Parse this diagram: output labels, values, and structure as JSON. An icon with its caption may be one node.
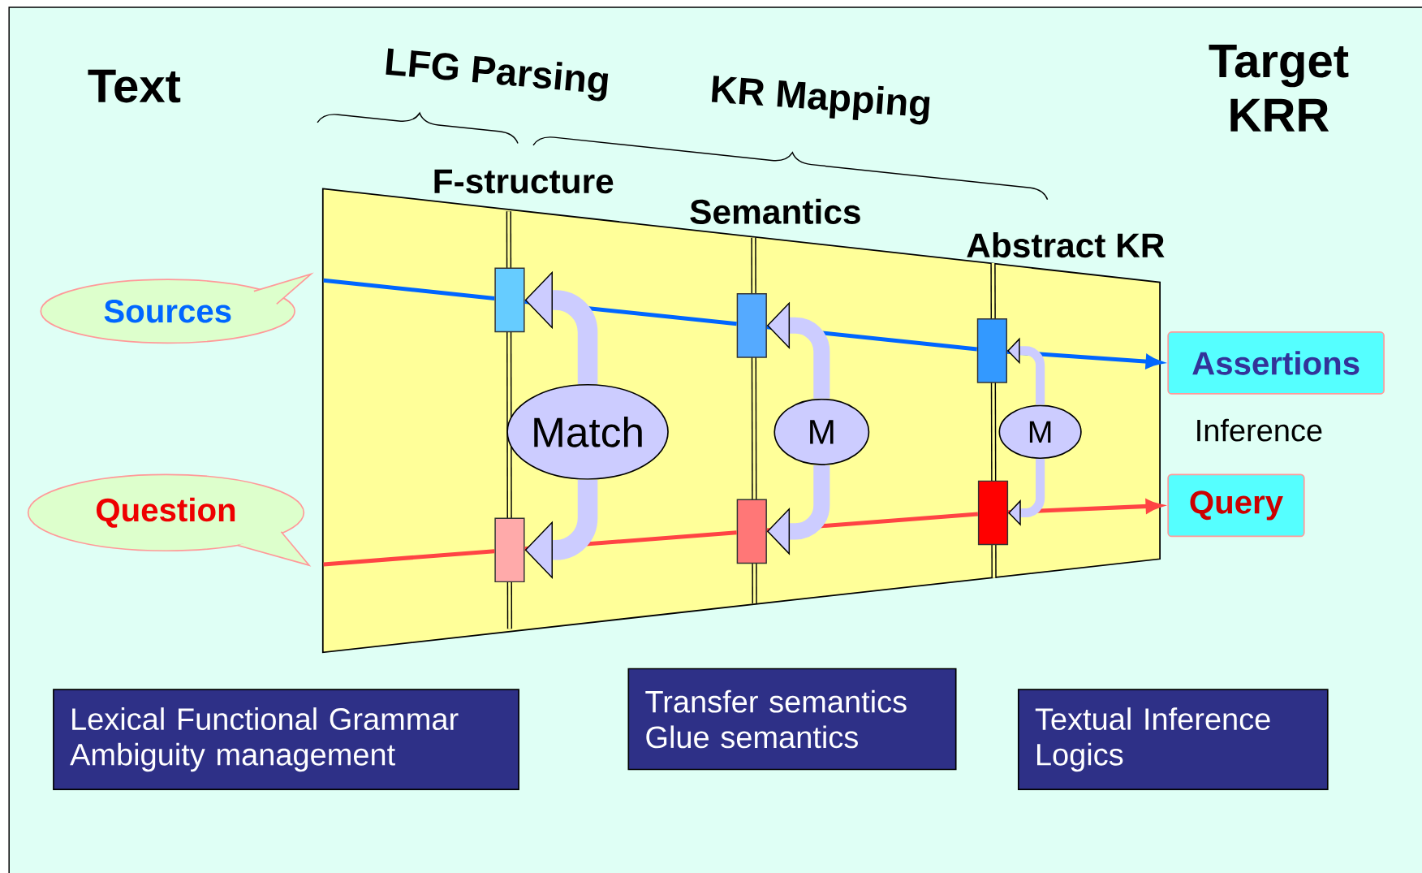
{
  "diagram": {
    "nodes": [
      {
        "text": [
          "Sources"
        ]
      },
      {
        "text": [
          "Question"
        ]
      },
      {
        "text": [],
        "shape": "box"
      },
      {
        "text": [],
        "shape": "box"
      },
      {
        "text": [
          "Match"
        ]
      },
      {
        "text": [],
        "shape": "box"
      },
      {
        "text": [],
        "shape": "box"
      },
      {
        "text": [
          "M"
        ]
      },
      {
        "text": [],
        "shape": "box"
      },
      {
        "text": [],
        "shape": "box"
      },
      {
        "text": [
          "M"
        ]
      },
      {
        "text": [
          "Assertions"
        ]
      },
      {
        "text": [
          "Query"
        ]
      },
      {
        "text": [
          "Lexical Functional Grammar",
          "Ambiguity management"
        ]
      },
      {
        "text": [
          "Transfer semantics",
          "Glue semantics"
        ]
      },
      {
        "text": [
          "Textual Inference",
          "Logics"
        ]
      }
    ],
    "edges": [
      {
        "from": 0,
        "to": 2,
        "arrow": "none",
        "color": "#0066ff"
      },
      {
        "from": 2,
        "to": 5,
        "arrow": "none",
        "color": "#0066ff"
      },
      {
        "from": 5,
        "to": 8,
        "arrow": "none",
        "color": "#0066ff"
      },
      {
        "from": 8,
        "to": 11,
        "arrow": "to",
        "color": "#0066ff"
      },
      {
        "from": 1,
        "to": 3,
        "arrow": "none",
        "color": "#ff4444"
      },
      {
        "from": 3,
        "to": 6,
        "arrow": "none",
        "color": "#ff4444"
      },
      {
        "from": 6,
        "to": 9,
        "arrow": "none",
        "color": "#ff4444"
      },
      {
        "from": 9,
        "to": 12,
        "arrow": "to",
        "color": "#ff4444"
      },
      {
        "from": 4,
        "to": 2,
        "arrow": "to",
        "style": "thick",
        "color": "#ccccff"
      },
      {
        "from": 4,
        "to": 3,
        "arrow": "to",
        "style": "thick",
        "color": "#ccccff"
      },
      {
        "from": 7,
        "to": 5,
        "arrow": "to",
        "style": "thick",
        "color": "#ccccff"
      },
      {
        "from": 7,
        "to": 6,
        "arrow": "to",
        "style": "thick",
        "color": "#ccccff"
      },
      {
        "from": 10,
        "to": 8,
        "arrow": "to",
        "style": "thick",
        "color": "#ccccff"
      },
      {
        "from": 10,
        "to": 9,
        "arrow": "to",
        "style": "thick",
        "color": "#ccccff"
      }
    ],
    "labels": [
      "Text",
      "Target KRR",
      "LFG Parsing",
      "KR Mapping",
      "F-structure",
      "Semantics",
      "Abstract KR",
      "Inference"
    ]
  }
}
